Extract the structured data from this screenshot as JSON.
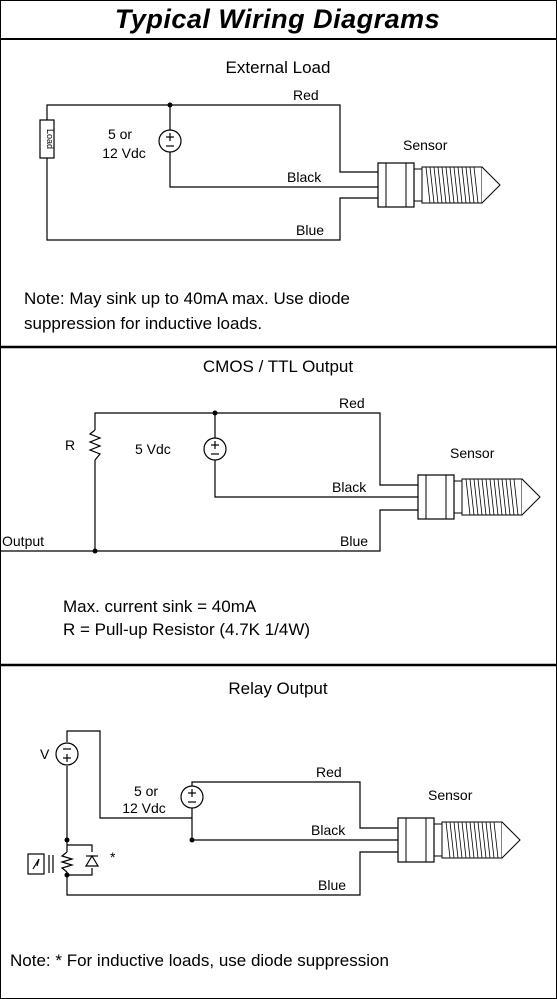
{
  "title": "Typical Wiring Diagrams",
  "panels": [
    {
      "heading": "External Load",
      "load_label": "Load",
      "supply_label_1": "5 or",
      "supply_label_2": "12 Vdc",
      "wires": {
        "red": "Red",
        "black": "Black",
        "blue": "Blue"
      },
      "sensor_label": "Sensor",
      "note_1": "Note: May sink up to 40mA max. Use diode",
      "note_2": "suppression for inductive loads."
    },
    {
      "heading": "CMOS / TTL Output",
      "resistor_label": "R",
      "supply_label": "5 Vdc",
      "output_label": "Output",
      "wires": {
        "red": "Red",
        "black": "Black",
        "blue": "Blue"
      },
      "sensor_label": "Sensor",
      "note_1": "Max. current sink = 40mA",
      "note_2": "R = Pull-up Resistor (4.7K 1/4W)"
    },
    {
      "heading": "Relay Output",
      "v_label": "V",
      "supply_label_1": "5 or",
      "supply_label_2": "12 Vdc",
      "asterisk": "*",
      "wires": {
        "red": "Red",
        "black": "Black",
        "blue": "Blue"
      },
      "sensor_label": "Sensor",
      "note_1": "Note: * For inductive loads, use diode suppression"
    }
  ],
  "colors": {
    "line": "#000000",
    "background": "#ffffff"
  }
}
